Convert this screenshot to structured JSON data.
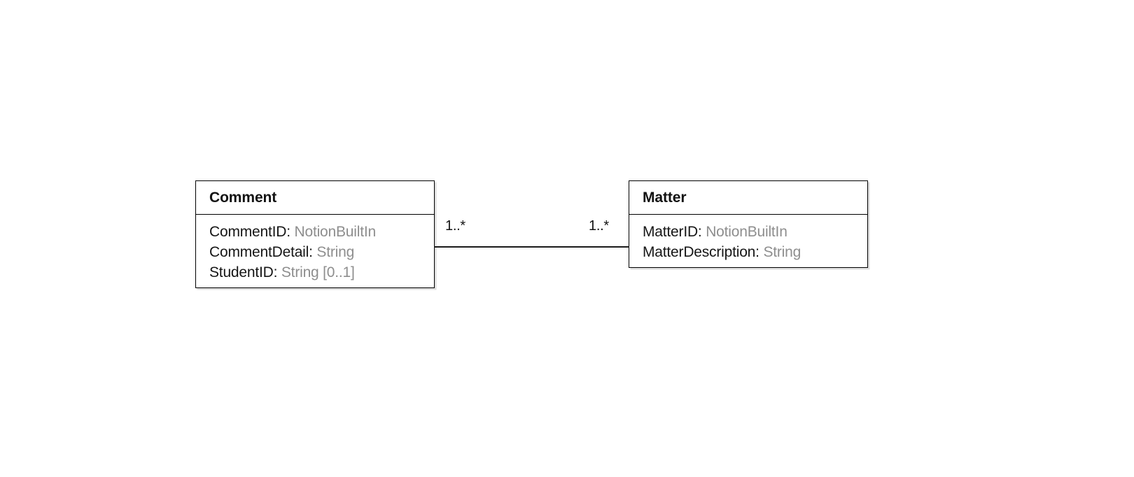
{
  "diagram": {
    "type": "uml-class-diagram",
    "background_color": "#ffffff",
    "classes": [
      {
        "id": "comment",
        "name": "Comment",
        "attributes": [
          {
            "name": "CommentID:",
            "type": "NotionBuiltIn"
          },
          {
            "name": "CommentDetail:",
            "type": "String"
          },
          {
            "name": "StudentID:",
            "type": "String [0..1]"
          }
        ]
      },
      {
        "id": "matter",
        "name": "Matter",
        "attributes": [
          {
            "name": "MatterID:",
            "type": "NotionBuiltIn"
          },
          {
            "name": "MatterDescription:",
            "type": "String"
          }
        ]
      }
    ],
    "associations": [
      {
        "id": "comment-matter",
        "source": "Comment",
        "target": "Matter",
        "source_multiplicity": "1..*",
        "target_multiplicity": "1..*",
        "line_color": "#1a1a1a"
      }
    ],
    "colors": {
      "border": "#000000",
      "attribute_name": "#161616",
      "attribute_type": "#8e8e8e",
      "class_name": "#121212"
    }
  }
}
